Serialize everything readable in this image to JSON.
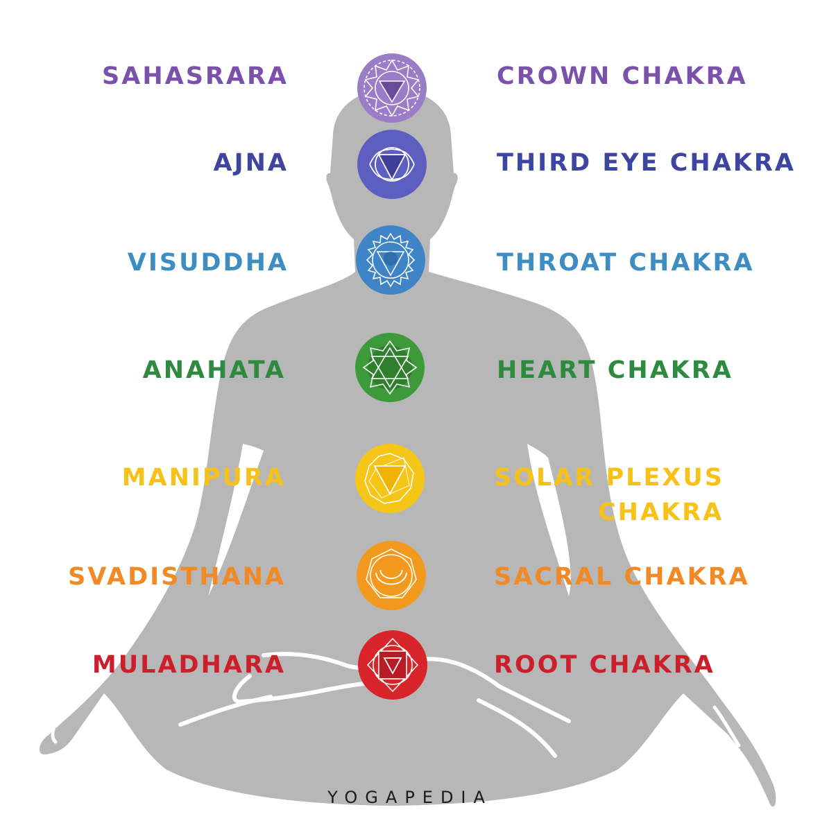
{
  "brand": "YOGAPEDIA",
  "colors": {
    "silhouette": "#b7b7b7",
    "background": "#ffffff",
    "outline": "#ffffff"
  },
  "chakras": [
    {
      "sanskrit": "SAHASRARA",
      "english": "CROWN CHAKRA",
      "color": "#7b52ab",
      "fill": "#9b7cc7",
      "symbol": "lotus-many-petals"
    },
    {
      "sanskrit": "AJNA",
      "english": "THIRD EYE CHAKRA",
      "color": "#3d45a0",
      "fill": "#5c5fbf",
      "symbol": "two-petals-triangle"
    },
    {
      "sanskrit": "VISUDDHA",
      "english": "THROAT CHAKRA",
      "color": "#3d8cc2",
      "fill": "#3f84c7",
      "symbol": "sixteen-petals-triangle"
    },
    {
      "sanskrit": "ANAHATA",
      "english": "HEART CHAKRA",
      "color": "#2e8a3e",
      "fill": "#3c9a3a",
      "symbol": "hexagram"
    },
    {
      "sanskrit": "MANIPURA",
      "english": "SOLAR PLEXUS",
      "english_line2": "CHAKRA",
      "color": "#f6c21a",
      "fill": "#f5c518",
      "symbol": "ten-petals-triangle"
    },
    {
      "sanskrit": "SVADISTHANA",
      "english": "SACRAL CHAKRA",
      "color": "#f18a25",
      "fill": "#f39a1e",
      "symbol": "crescent"
    },
    {
      "sanskrit": "MULADHARA",
      "english": "ROOT CHAKRA",
      "color": "#cc1f2c",
      "fill": "#d8242b",
      "symbol": "square-triangle"
    }
  ]
}
